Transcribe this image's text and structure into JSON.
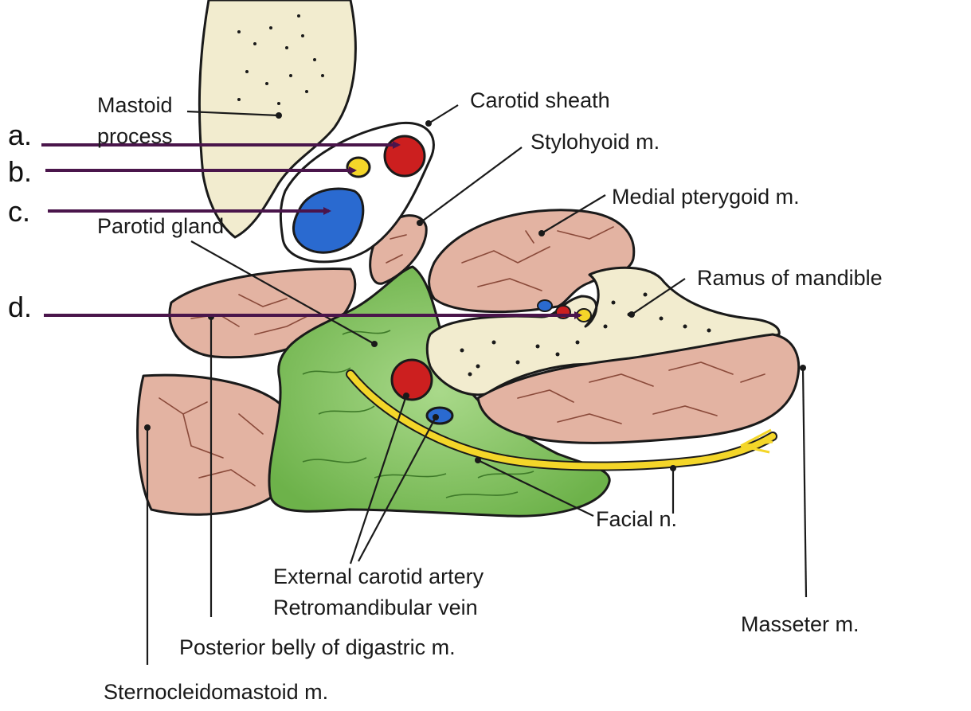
{
  "letters": {
    "a": "a.",
    "b": "b.",
    "c": "c.",
    "d": "d."
  },
  "labels": {
    "mastoid_line1": "Mastoid",
    "mastoid_line2": "process",
    "carotid_sheath": "Carotid sheath",
    "stylohyoid": "Stylohyoid m.",
    "medial_pterygoid": "Medial pterygoid m.",
    "ramus": "Ramus of mandible",
    "parotid": "Parotid gland",
    "facial_nerve": "Facial n.",
    "external_carotid": "External carotid artery",
    "retromandibular": "Retromandibular vein",
    "masseter": "Masseter m.",
    "posterior_belly": "Posterior belly of digastric m.",
    "sternocleidomastoid": "Sternocleidomastoid m."
  },
  "colors": {
    "muscle": "#e3b3a2",
    "bone": "#f2eccf",
    "gland": "#7cc05a",
    "artery": "#cc1f1f",
    "vein": "#2a6ad0",
    "nerve": "#f4d629",
    "pointer": "#4a154b"
  }
}
